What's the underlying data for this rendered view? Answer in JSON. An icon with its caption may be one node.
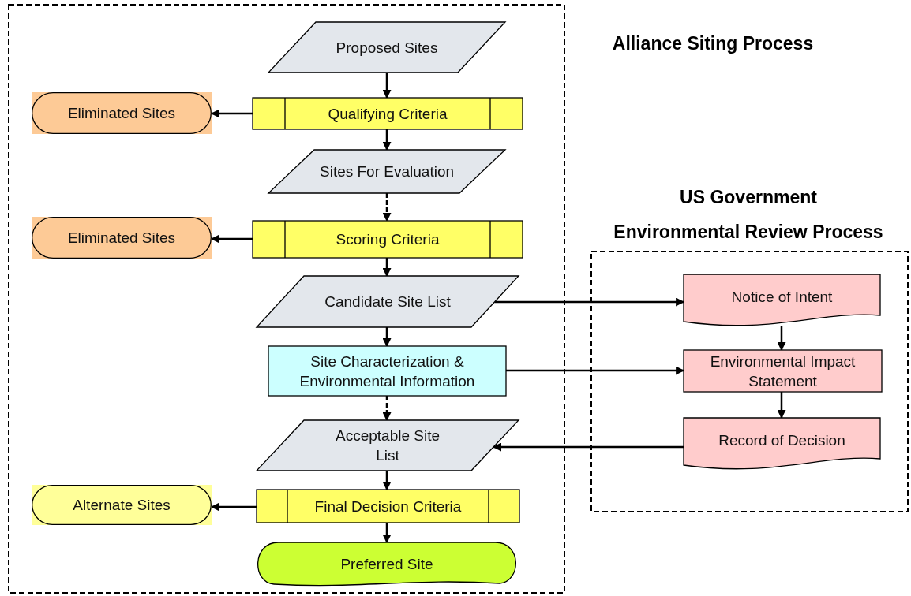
{
  "diagram": {
    "nodes": [
      {
        "text": [
          "Alliance Siting Process"
        ]
      },
      {
        "text": [
          "Proposed Sites"
        ],
        "in": 0
      },
      {
        "text": [
          "Eliminated Sites"
        ],
        "in": 0
      },
      {
        "text": [
          "Qualifying Criteria"
        ],
        "in": 0
      },
      {
        "text": [
          "Sites For Evaluation"
        ],
        "in": 0
      },
      {
        "text": [
          "Eliminated Sites"
        ],
        "in": 0
      },
      {
        "text": [
          "Scoring Criteria"
        ],
        "in": 0
      },
      {
        "text": [
          "Candidate Site List"
        ],
        "in": 0
      },
      {
        "text": [
          "Site Characterization & Environmental Information"
        ],
        "in": 0
      },
      {
        "text": [
          "Acceptable Site List"
        ],
        "in": 0
      },
      {
        "text": [
          "Alternate Sites"
        ],
        "in": 0
      },
      {
        "text": [
          "Final Decision Criteria"
        ],
        "in": 0
      },
      {
        "text": [
          "Preferred Site"
        ],
        "in": 0
      },
      {
        "text": [
          "US Government",
          "Environmental Review Process"
        ]
      },
      {
        "text": [
          "Notice of Intent"
        ],
        "in": 13
      },
      {
        "text": [
          "Environmental Impact Statement"
        ],
        "in": 13
      },
      {
        "text": [
          "Record of Decision"
        ],
        "in": 13
      }
    ],
    "edges": [
      {
        "from": 1,
        "to": 3,
        "arrow": "to"
      },
      {
        "from": 3,
        "to": 2,
        "arrow": "to"
      },
      {
        "from": 3,
        "to": 4,
        "arrow": "to"
      },
      {
        "from": 4,
        "to": 6,
        "arrow": "to",
        "style": "dashed"
      },
      {
        "from": 6,
        "to": 5,
        "arrow": "to"
      },
      {
        "from": 6,
        "to": 7,
        "arrow": "to"
      },
      {
        "from": 7,
        "to": 14,
        "arrow": "to"
      },
      {
        "from": 7,
        "to": 8,
        "arrow": "to"
      },
      {
        "from": 8,
        "to": 15,
        "arrow": "to"
      },
      {
        "from": 8,
        "to": 9,
        "arrow": "to",
        "style": "dashed"
      },
      {
        "from": 14,
        "to": 15,
        "arrow": "to"
      },
      {
        "from": 15,
        "to": 16,
        "arrow": "to"
      },
      {
        "from": 16,
        "to": 9,
        "arrow": "to"
      },
      {
        "from": 9,
        "to": 11,
        "arrow": "to"
      },
      {
        "from": 11,
        "to": 10,
        "arrow": "to"
      },
      {
        "from": 11,
        "to": 12,
        "arrow": "to"
      }
    ]
  }
}
